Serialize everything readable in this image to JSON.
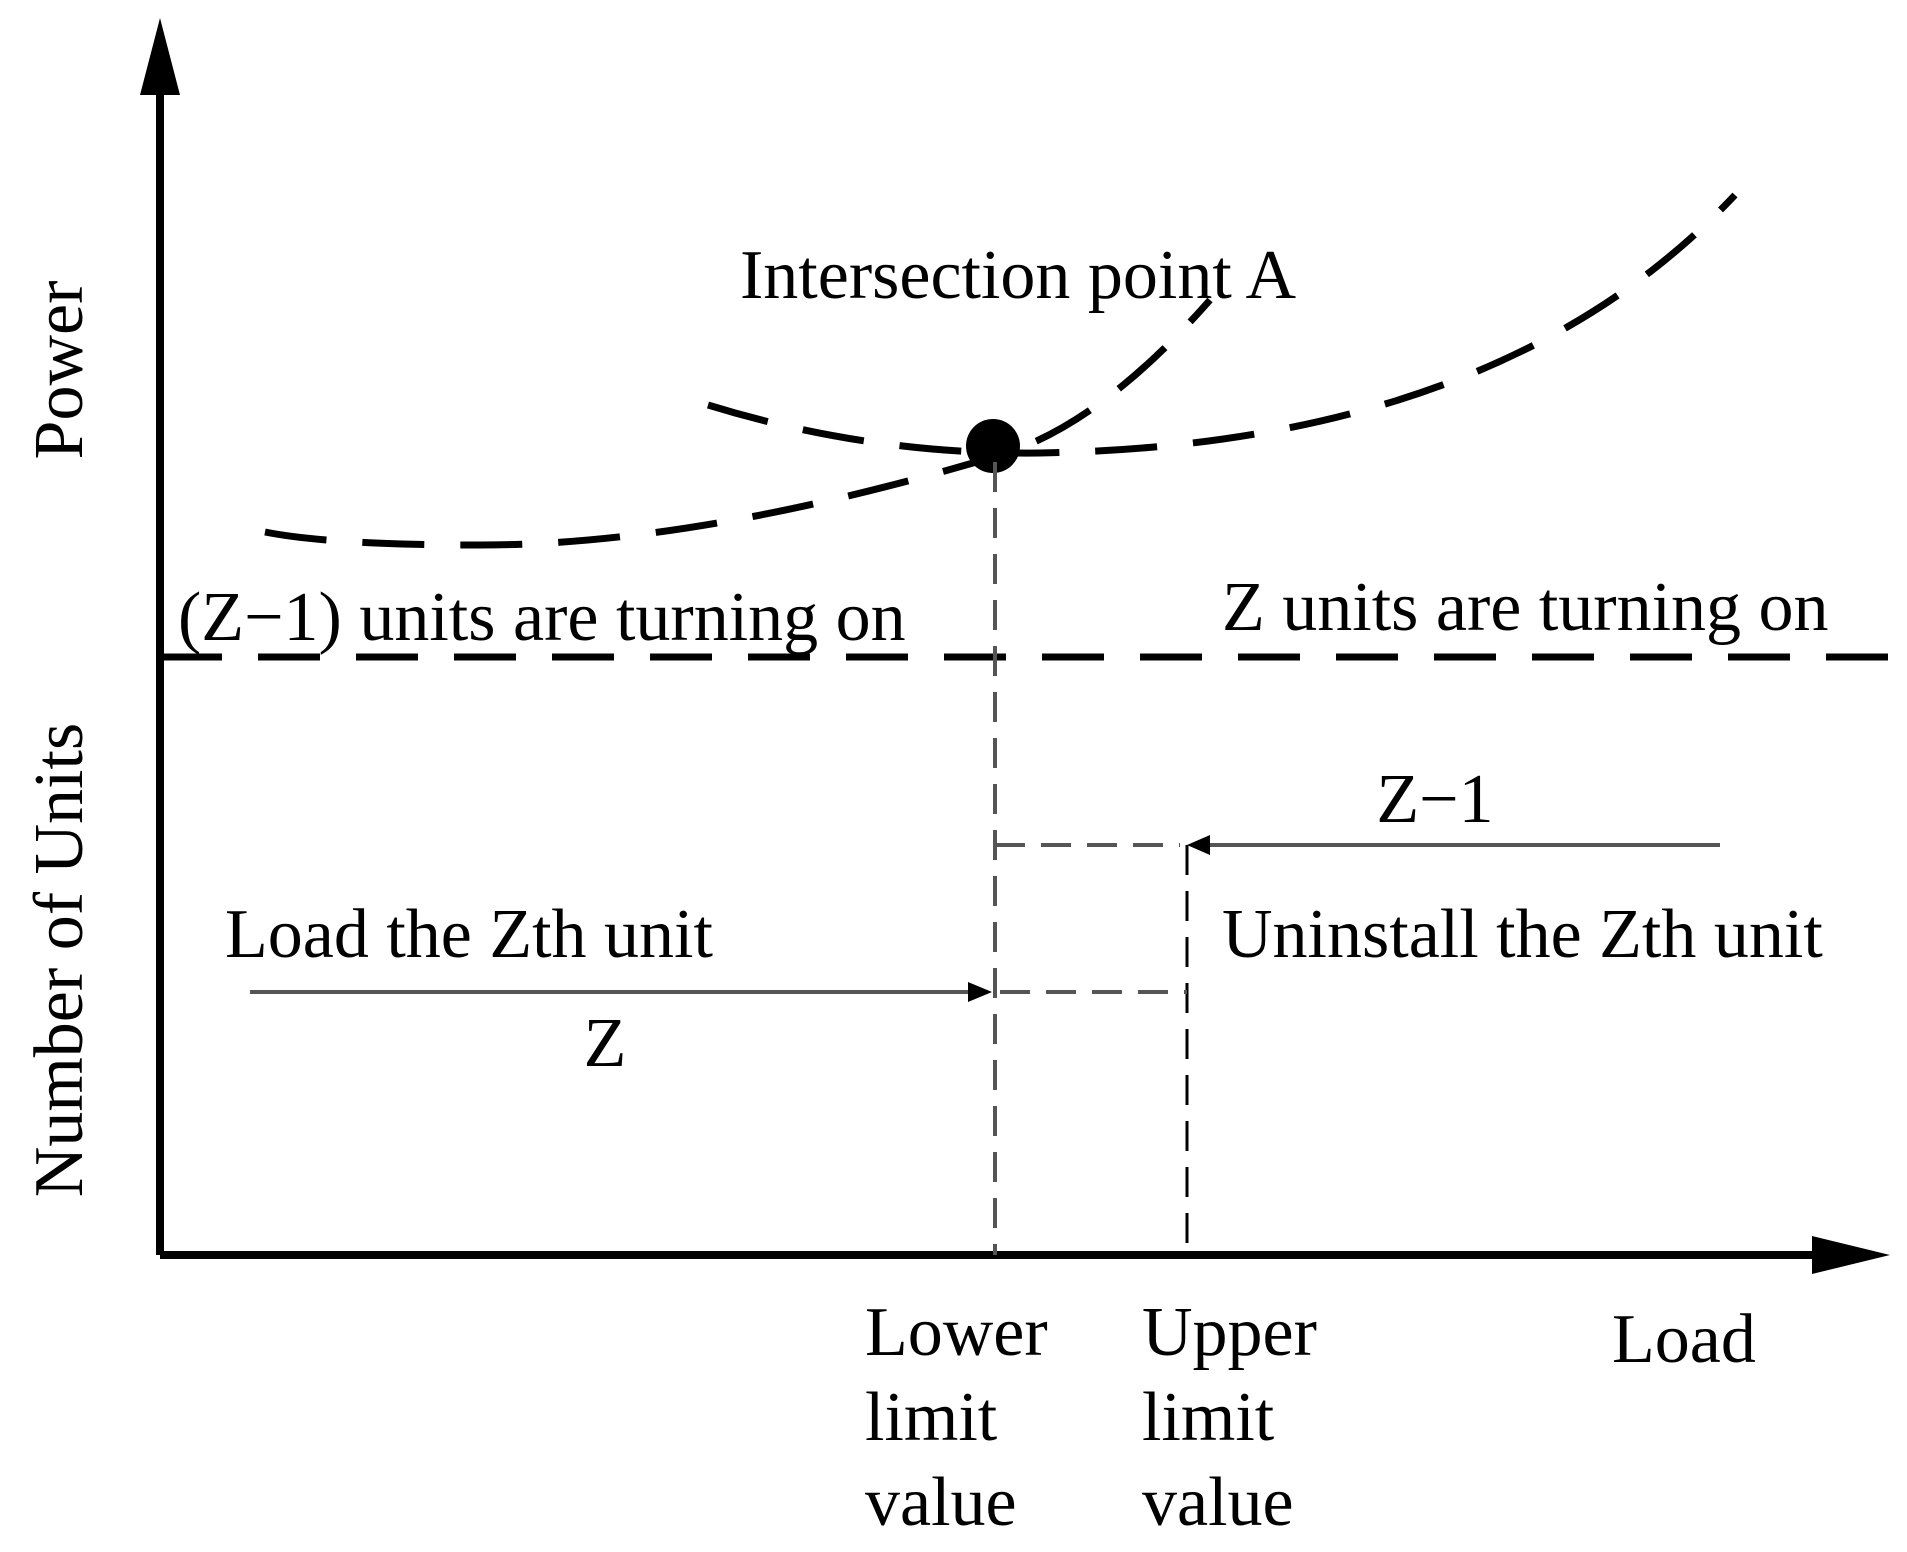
{
  "axes": {
    "y_label_power": "Power",
    "y_label_units": "Number of Units",
    "x_label": "Load"
  },
  "labels": {
    "intersection": "Intersection point A",
    "z_minus_1_on": "(Z−1) units are turning on",
    "z_on": "Z units are turning on",
    "z_minus_1": "Z−1",
    "load_zth": "Load the Zth unit",
    "z": "Z",
    "uninstall_zth": "Uninstall the Zth unit"
  },
  "ticks": {
    "lower": [
      "Lower",
      "limit",
      "value"
    ],
    "upper": [
      "Upper",
      "limit",
      "value"
    ]
  },
  "colors": {
    "ink": "#000000",
    "guide": "#555555"
  }
}
